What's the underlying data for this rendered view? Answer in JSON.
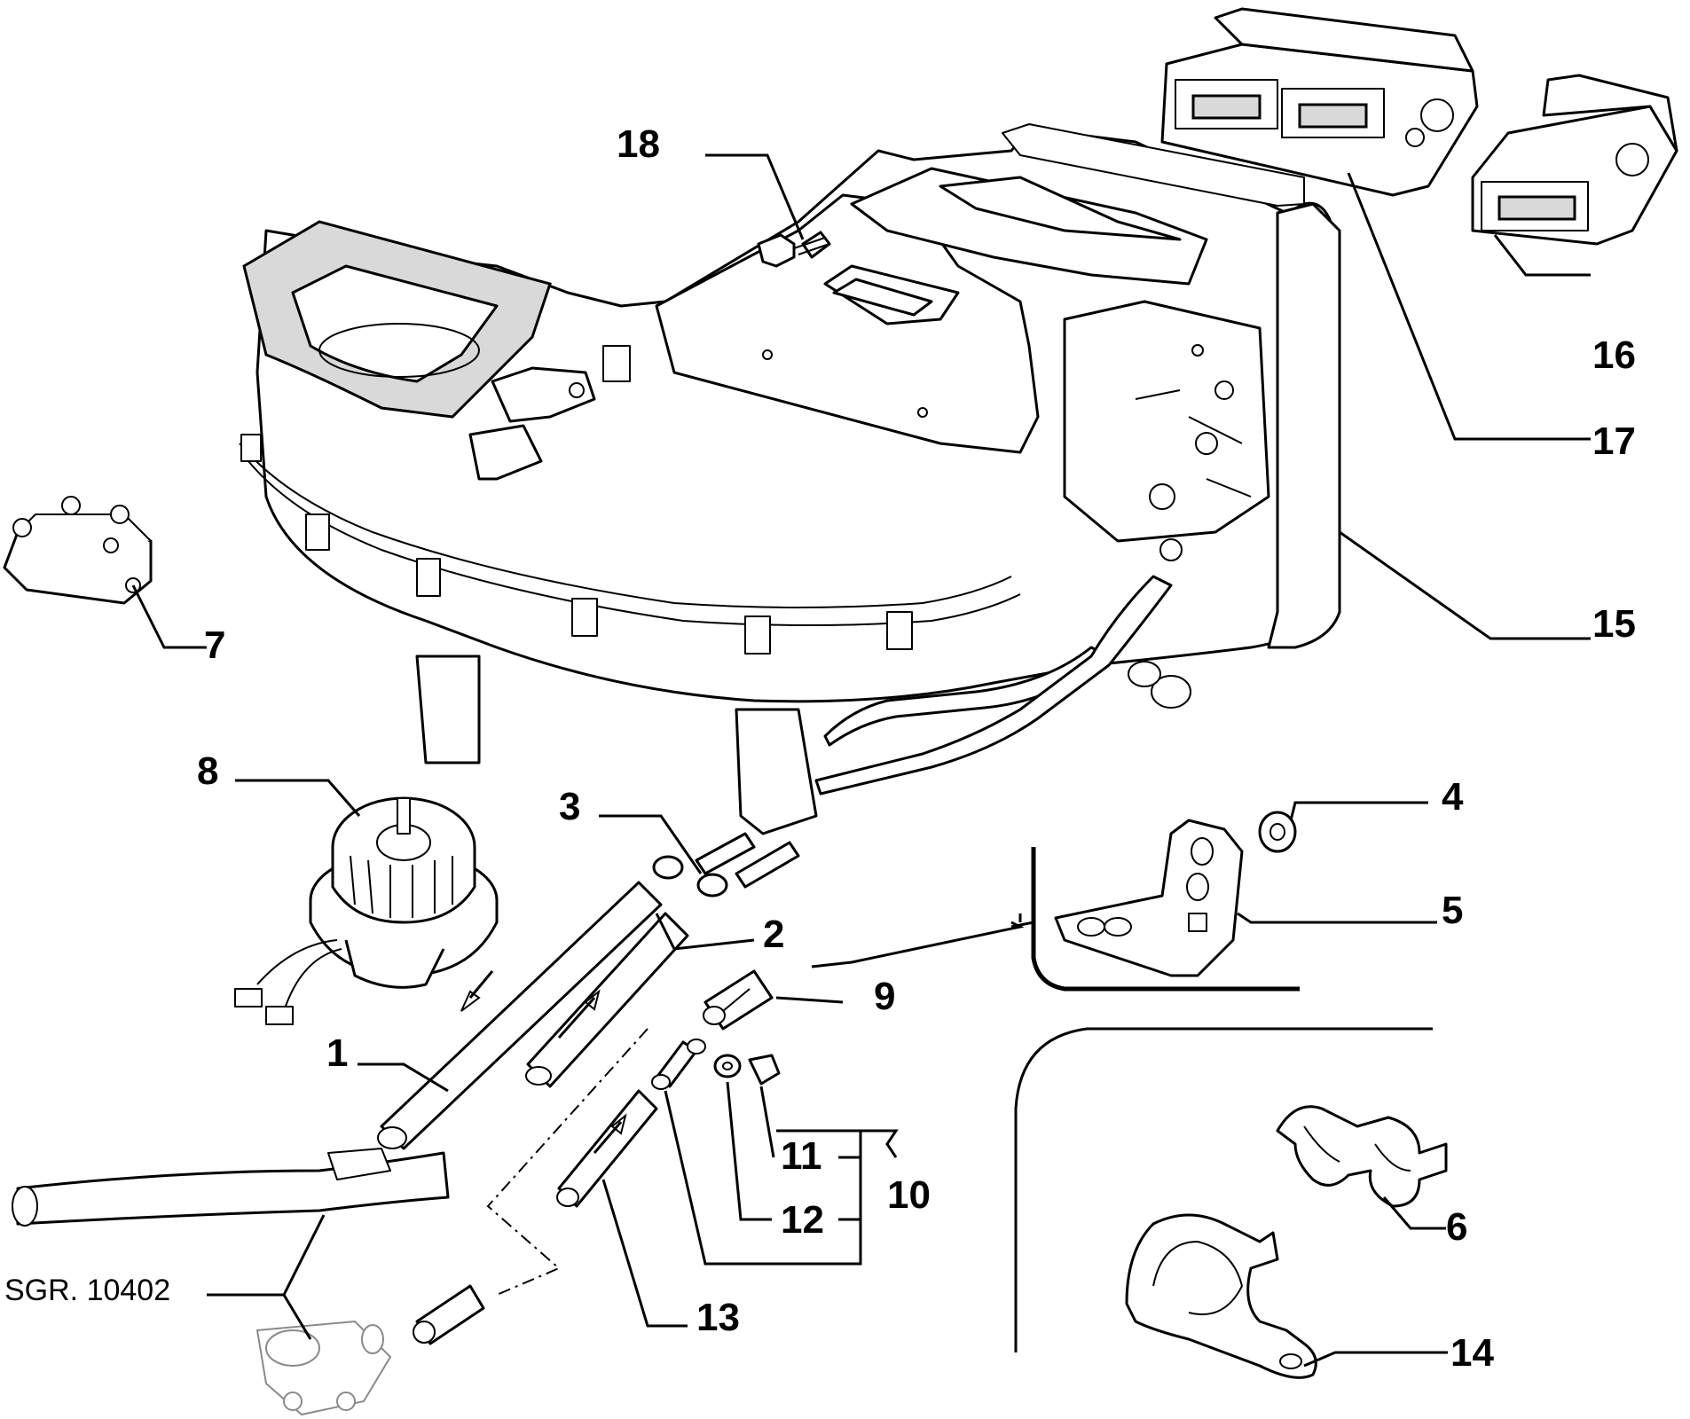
{
  "diagram": {
    "reference_label": "SGR. 10402",
    "callouts": [
      {
        "id": "c1",
        "text": "1"
      },
      {
        "id": "c2",
        "text": "2"
      },
      {
        "id": "c3",
        "text": "3"
      },
      {
        "id": "c4",
        "text": "4"
      },
      {
        "id": "c5",
        "text": "5"
      },
      {
        "id": "c6",
        "text": "6"
      },
      {
        "id": "c7",
        "text": "7"
      },
      {
        "id": "c8",
        "text": "8"
      },
      {
        "id": "c9",
        "text": "9"
      },
      {
        "id": "c10",
        "text": "10"
      },
      {
        "id": "c11",
        "text": "11"
      },
      {
        "id": "c12",
        "text": "12"
      },
      {
        "id": "c13",
        "text": "13"
      },
      {
        "id": "c14",
        "text": "14"
      },
      {
        "id": "c15",
        "text": "15"
      },
      {
        "id": "c16",
        "text": "16"
      },
      {
        "id": "c17",
        "text": "17"
      },
      {
        "id": "c18",
        "text": "18"
      }
    ]
  }
}
